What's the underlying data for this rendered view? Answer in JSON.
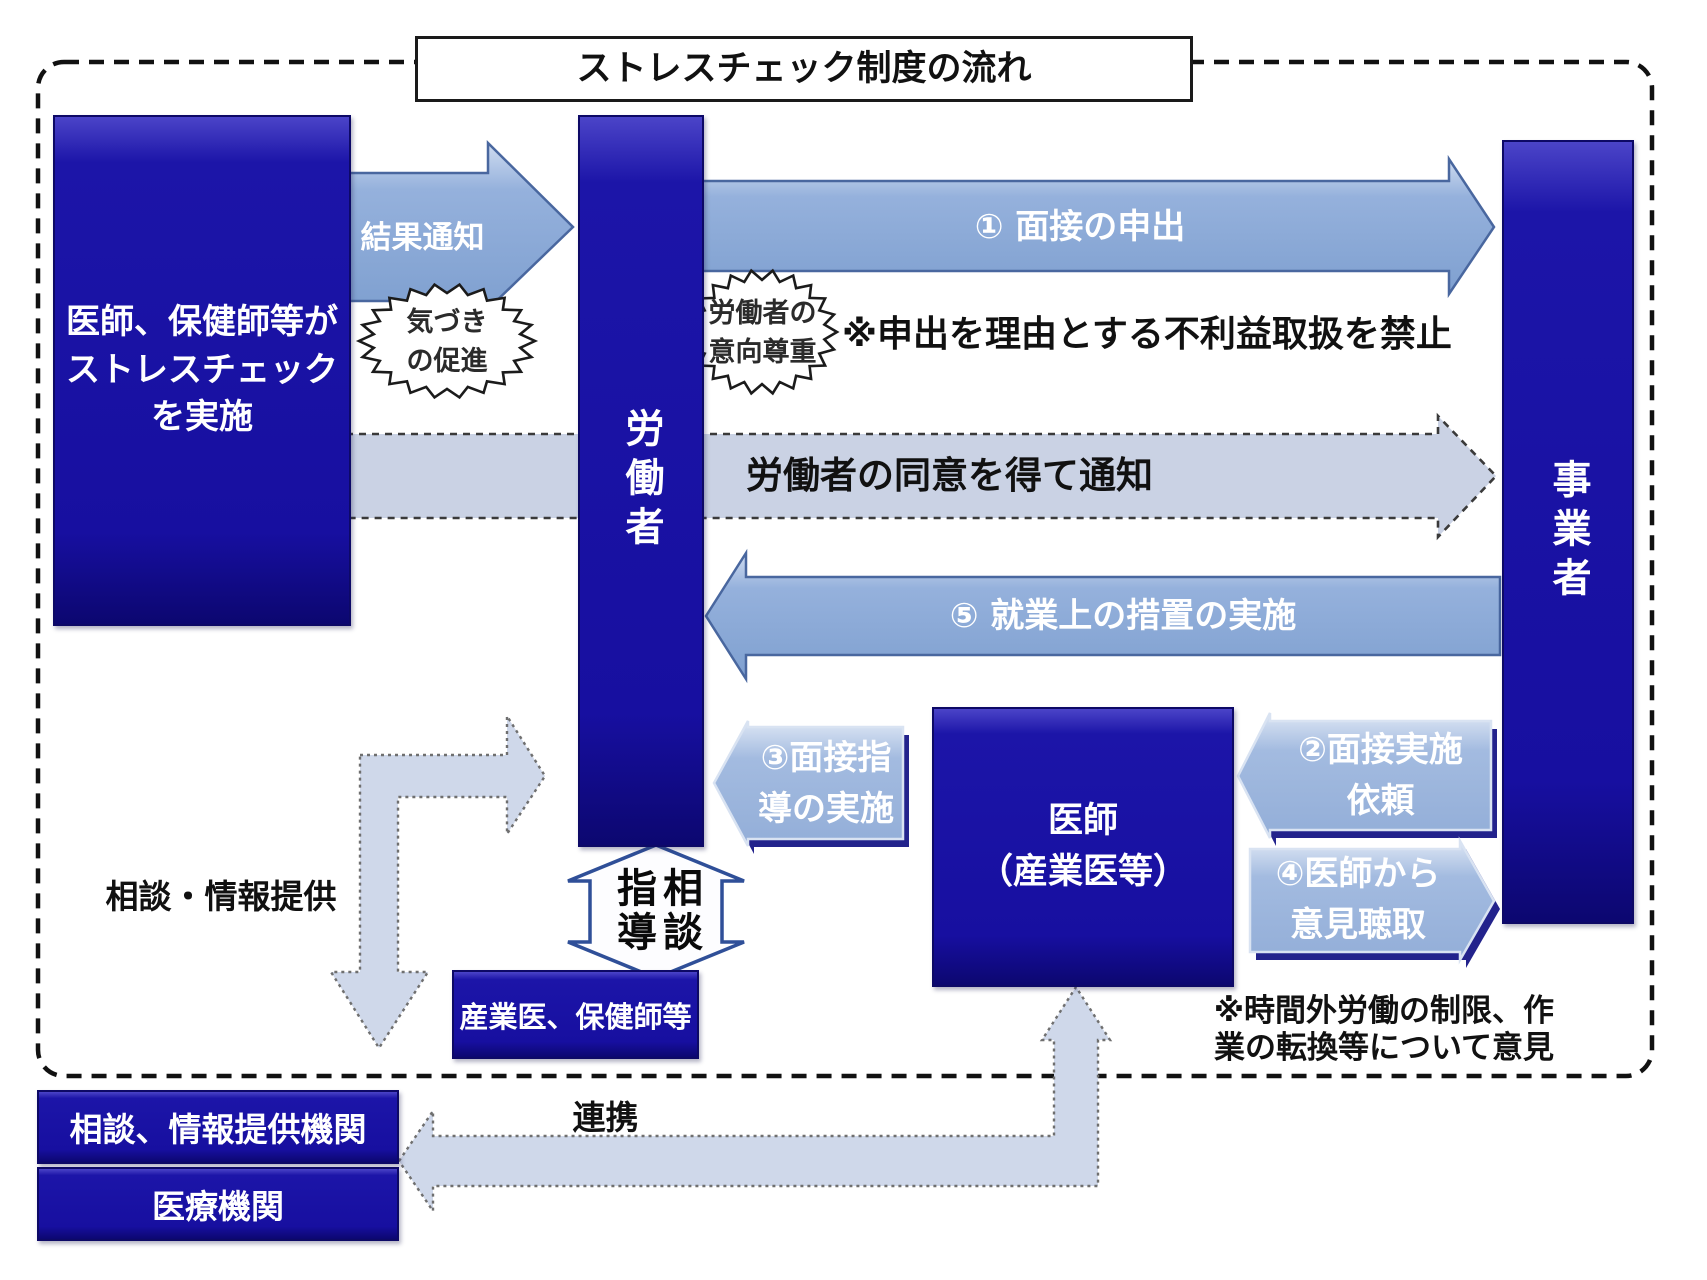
{
  "title": "ストレスチェック制度の流れ",
  "boxes": {
    "implementer": "医師、保健師等が\nストレスチェック\nを実施",
    "worker": "労働者",
    "employer": "事業者",
    "doctor": "医師\n（産業医等）",
    "occupational_doctor": "産業医、保健師等",
    "consult_org": "相談、情報提供機関",
    "medical_org": "医療機関"
  },
  "arrows": {
    "result_notice": "結果通知",
    "interview_request": "① 面接の申出",
    "consent_notice": "労働者の同意を得て通知",
    "work_measures": "⑤ 就業上の措置の実施",
    "interview_guidance": "③面接指\n導の実施",
    "interview_order": "②面接実施\n依頼",
    "doctor_opinion": "④医師から\n意見聴取",
    "guidance": "指導",
    "consult": "相談",
    "cooperation": "連携"
  },
  "bursts": {
    "awareness": "気づき\nの促進",
    "worker_intent": "労働者の\n意向尊重"
  },
  "notes": {
    "no_disadvantage": "※申出を理由とする不利益取扱を禁止",
    "opinion_contents": "※時間外労働の制限、作\n業の転換等について意見",
    "consult_info": "相談・情報提供"
  },
  "colors": {
    "navy_box": "#1a13a6",
    "arrow_blue": "#8fadd9",
    "arrow_blue_light": "#9db6dd",
    "dashed_fill": "#cad2e4",
    "dotted_fill": "#cfd8ea"
  }
}
